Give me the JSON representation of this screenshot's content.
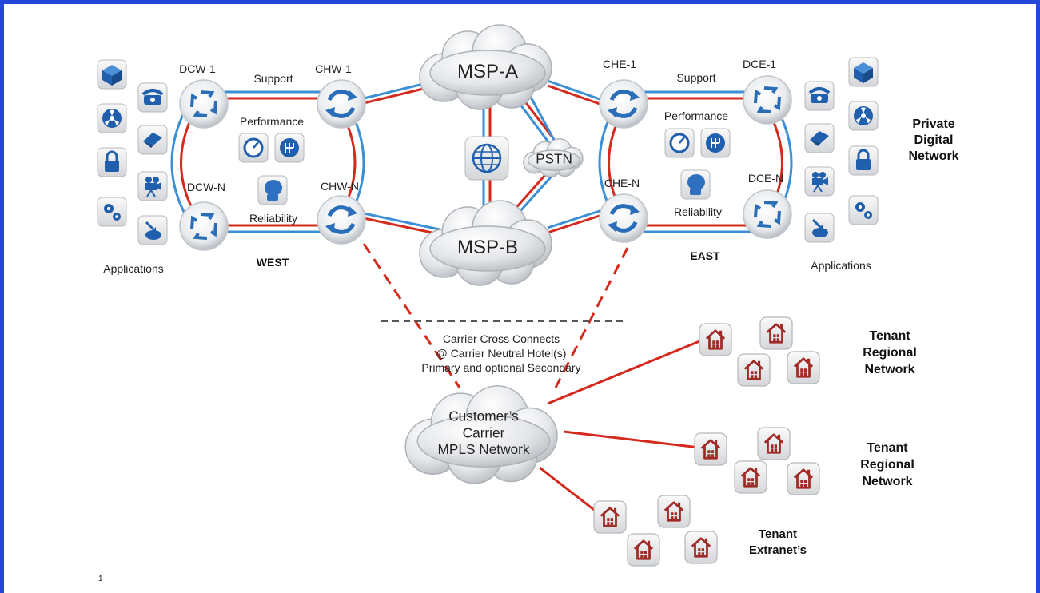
{
  "clouds": {
    "msp_a": "MSP-A",
    "msp_b": "MSP-B",
    "pstn": "PSTN",
    "customer": [
      "Customer’s",
      "Carrier",
      "MPLS Network"
    ]
  },
  "nodes": {
    "dcw1": "DCW-1",
    "dcwn": "DCW-N",
    "chw1": "CHW-1",
    "chwn": "CHW-N",
    "che1": "CHE-1",
    "chen": "CHE-N",
    "dce1": "DCE-1",
    "dcen": "DCE-N"
  },
  "labels": {
    "support_west": "Support",
    "performance_west": "Performance",
    "reliability_west": "Reliability",
    "support_east": "Support",
    "performance_east": "Performance",
    "reliability_east": "Reliability",
    "west": "WEST",
    "east": "EAST",
    "applications_west": "Applications",
    "applications_east": "Applications",
    "cross_connect": [
      "Carrier Cross Connects",
      "@ Carrier Neutral Hotel(s)",
      "Primary and optional Secondary"
    ],
    "private_network": [
      "Private",
      "Digital",
      "Network"
    ],
    "tenant_regional_1": [
      "Tenant",
      "Regional",
      "Network"
    ],
    "tenant_regional_2": [
      "Tenant",
      "Regional",
      "Network"
    ],
    "tenant_extranet": [
      "Tenant",
      "Extranet’s"
    ],
    "page_number": "1"
  },
  "colors": {
    "border": "#2347d8",
    "link_red": "#d42a1e",
    "link_blue": "#3a8fd6",
    "node_arrow": "#2a6db8",
    "icon_blue": "#1f5fae",
    "house_red": "#a02a25"
  },
  "icons": {
    "applications": [
      "cube-icon",
      "phone-icon",
      "radiation-icon",
      "chat-icon",
      "lock-icon",
      "camera-icon",
      "gears-icon",
      "download-icon"
    ],
    "performance": [
      "gauge-icon",
      "gearshift-icon"
    ],
    "reliability": "boxing-glove-icon",
    "internet": "globe-icon",
    "tenant": "house-icon"
  }
}
